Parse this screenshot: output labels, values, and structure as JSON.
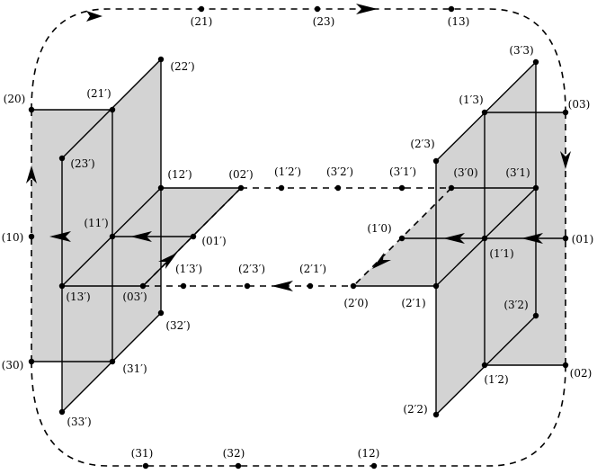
{
  "labels": {
    "n21": "(21)",
    "n23": "(23)",
    "n13": "(13)",
    "n20": "(20)",
    "n10": "(10)",
    "n30": "(30)",
    "n03": "(03)",
    "n01": "(01)",
    "n02": "(02)",
    "n31": "(31)",
    "n32": "(32)",
    "n12": "(12)",
    "l21p": "(21′)",
    "l22p": "(22′)",
    "l23p": "(23′)",
    "l12p": "(12′)",
    "l02p": "(02′)",
    "l11p": "(11′)",
    "l01p": "(01′)",
    "l13p": "(13′)",
    "l03p": "(03′)",
    "l32p": "(32′)",
    "l31p": "(31′)",
    "l33p": "(33′)",
    "l1p3p": "(1′3′)",
    "l2p3p": "(2′3′)",
    "l2p1p": "(2′1′)",
    "l1p2p": "(1′2′)",
    "l3p2p": "(3′2′)",
    "l3p1p": "(3′1′)",
    "r3p3": "(3′3)",
    "r1p3": "(1′3)",
    "r2p3": "(2′3)",
    "r3p0": "(3′0)",
    "r3p1": "(3′1)",
    "r1p0": "(1′0)",
    "r1p1": "(1′1)",
    "r2p0": "(2′0)",
    "r2p1": "(2′1)",
    "r3p2": "(3′2)",
    "r1p2": "(1′2)",
    "r2p2": "(2′2)"
  }
}
